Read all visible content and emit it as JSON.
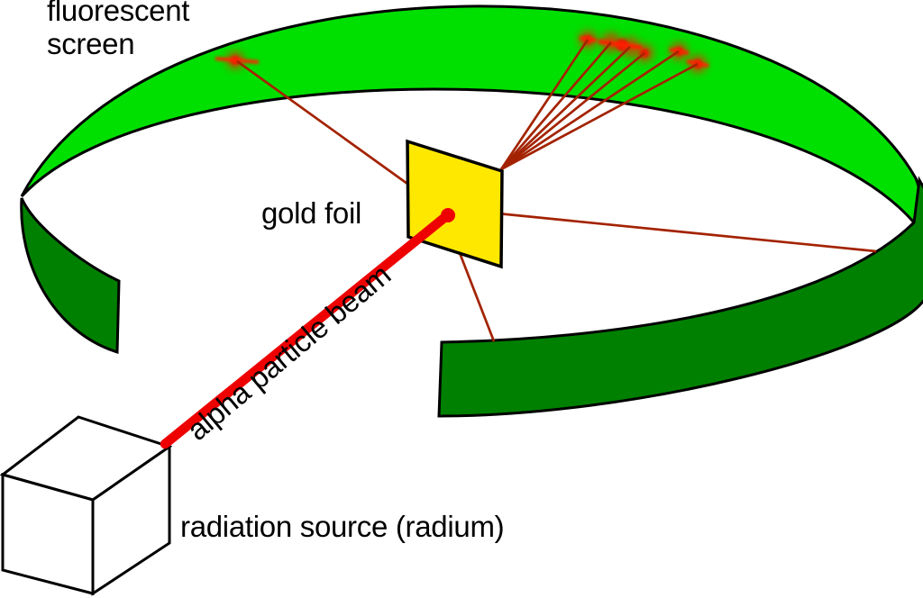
{
  "labels": {
    "fluorescent_screen": "fluorescent screen",
    "gold_foil": "gold foil",
    "alpha_particle_beam": "alpha particle beam",
    "radiation_source": "radiation source (radium)"
  },
  "colors": {
    "screen_back_bright": "#00e000",
    "screen_front_dark": "#008000",
    "foil_yellow": "#ffe800",
    "beam_red": "#ee0000",
    "ray_dark_red": "#a32300",
    "spot_glow": "#c84800",
    "spot_core": "#ee1600",
    "spot_streak": "#ff2000",
    "outline_black": "#000000",
    "background": "#ffffff"
  }
}
